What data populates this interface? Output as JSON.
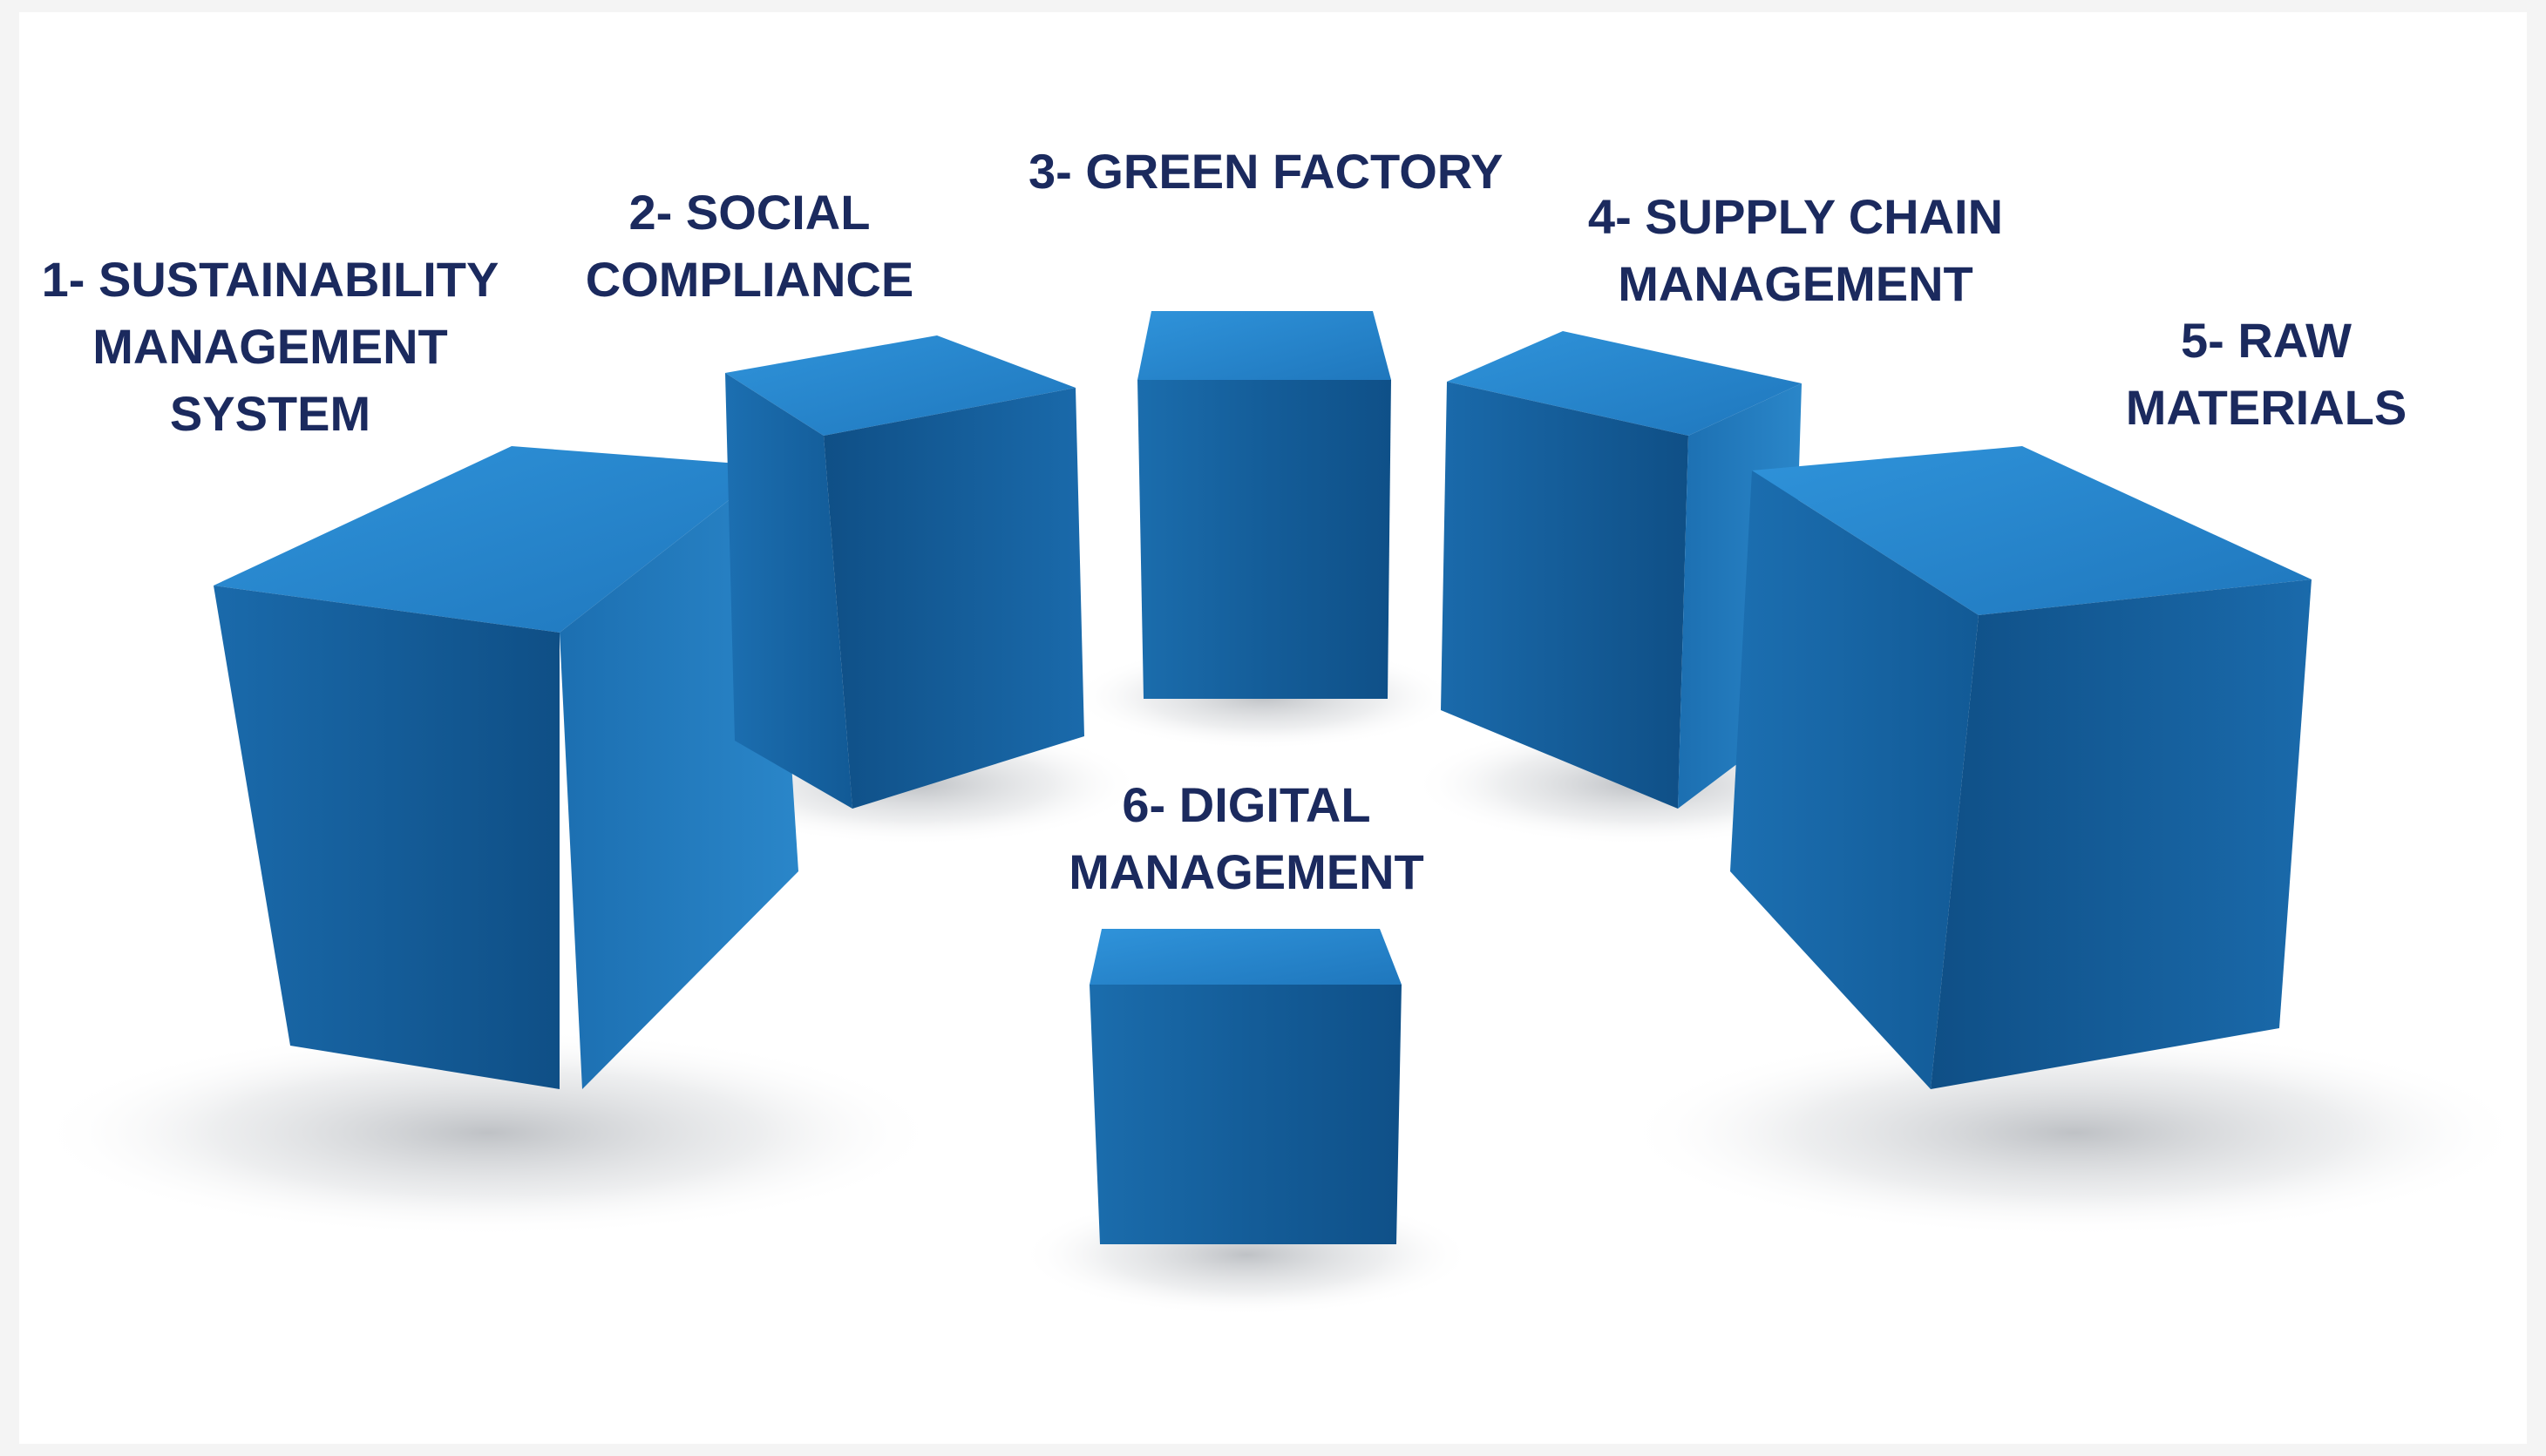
{
  "pillars": [
    {
      "id": "sustainability",
      "lines": [
        "1- SUSTAINABILITY",
        "MANAGEMENT",
        "SYSTEM"
      ]
    },
    {
      "id": "social",
      "lines": [
        "2- SOCIAL",
        "COMPLIANCE"
      ]
    },
    {
      "id": "green",
      "lines": [
        "3- GREEN FACTORY"
      ]
    },
    {
      "id": "supply",
      "lines": [
        "4- SUPPLY CHAIN",
        "MANAGEMENT"
      ]
    },
    {
      "id": "raw",
      "lines": [
        "5- RAW",
        "MATERIALS"
      ]
    },
    {
      "id": "digital",
      "lines": [
        "6- DIGITAL",
        "MANAGEMENT"
      ]
    }
  ],
  "colors": {
    "background": "#f4f4f4",
    "canvas": "#ffffff",
    "label_text": "#1b2a5e",
    "cube_top": "#2b8ad0",
    "cube_front": "#16609f",
    "cube_side": "#2379bb"
  }
}
